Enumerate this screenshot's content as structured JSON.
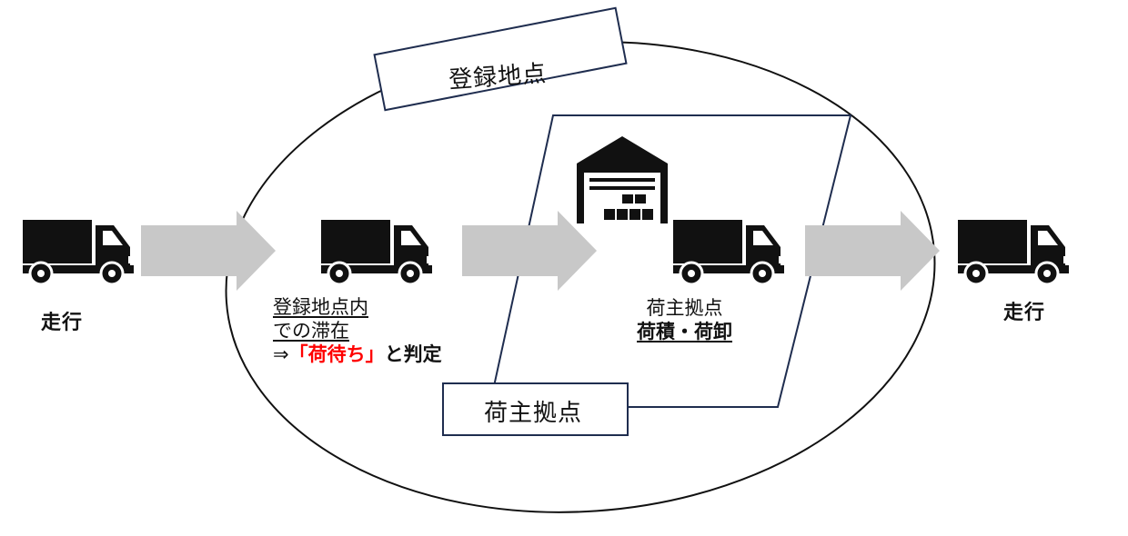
{
  "diagram": {
    "registered_point_title": "登録地点",
    "shipper_base_title": "荷主拠点",
    "left_truck_label": "走行",
    "right_truck_label": "走行",
    "stay_label": {
      "line1": "登録地点内",
      "line2": "での滞在",
      "line3_prefix": "⇒",
      "line3_highlight": "「荷待ち」",
      "line3_suffix": "と判定"
    },
    "base_label": {
      "line1": "荷主拠点",
      "line2": "荷積・荷卸"
    },
    "icons": [
      "truck-icon",
      "arrow-icon",
      "warehouse-icon"
    ],
    "colors": {
      "arrow": "#c8c8c8",
      "highlight": "#ff0000",
      "parallelogram_border": "#1f2d4f",
      "box_border": "#1f2d4f",
      "icon": "#111111"
    }
  }
}
